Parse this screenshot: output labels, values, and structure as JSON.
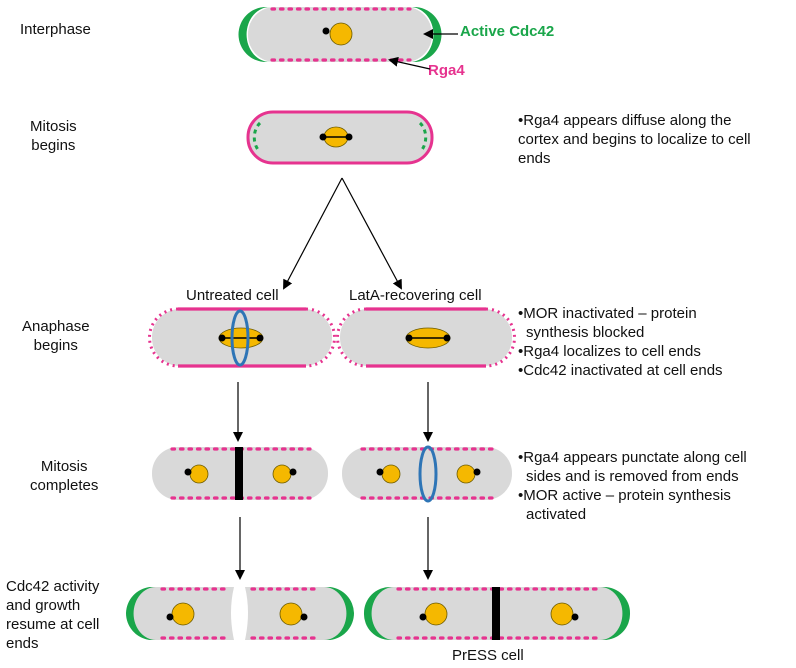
{
  "stages": {
    "interphase": "Interphase",
    "mitosis_begins": [
      "Mitosis",
      "begins"
    ],
    "anaphase_begins": [
      "Anaphase",
      "begins"
    ],
    "mitosis_completes": [
      "Mitosis",
      "completes"
    ],
    "growth_resume": [
      "Cdc42 activity",
      "and growth",
      "resume at cell",
      "ends"
    ]
  },
  "key": {
    "active_cdc42": "Active Cdc42",
    "rga4": "Rga4"
  },
  "columns": {
    "untreated": "Untreated cell",
    "latA": "LatA-recovering cell"
  },
  "notes": {
    "mitosis_begins": [
      "•Rga4 appears diffuse along the",
      "cortex and begins to localize to cell",
      "ends"
    ],
    "anaphase": [
      "•MOR inactivated – protein",
      "synthesis blocked",
      "•Rga4 localizes to cell ends",
      "•Cdc42 inactivated at cell ends"
    ],
    "mitosis_completes": [
      "•Rga4 appears punctate along cell",
      "sides and is removed from ends",
      "•MOR active – protein synthesis",
      "activated"
    ]
  },
  "bottom_label": "PrESS cell",
  "colors": {
    "cell": "#d9d9d9",
    "cell_outline": "#bfbfbf",
    "rga4": "#e6338f",
    "cdc42": "#1aa64a",
    "nucleus": "#f5b800",
    "ring": "#2e75b6",
    "septum": "#000000"
  }
}
